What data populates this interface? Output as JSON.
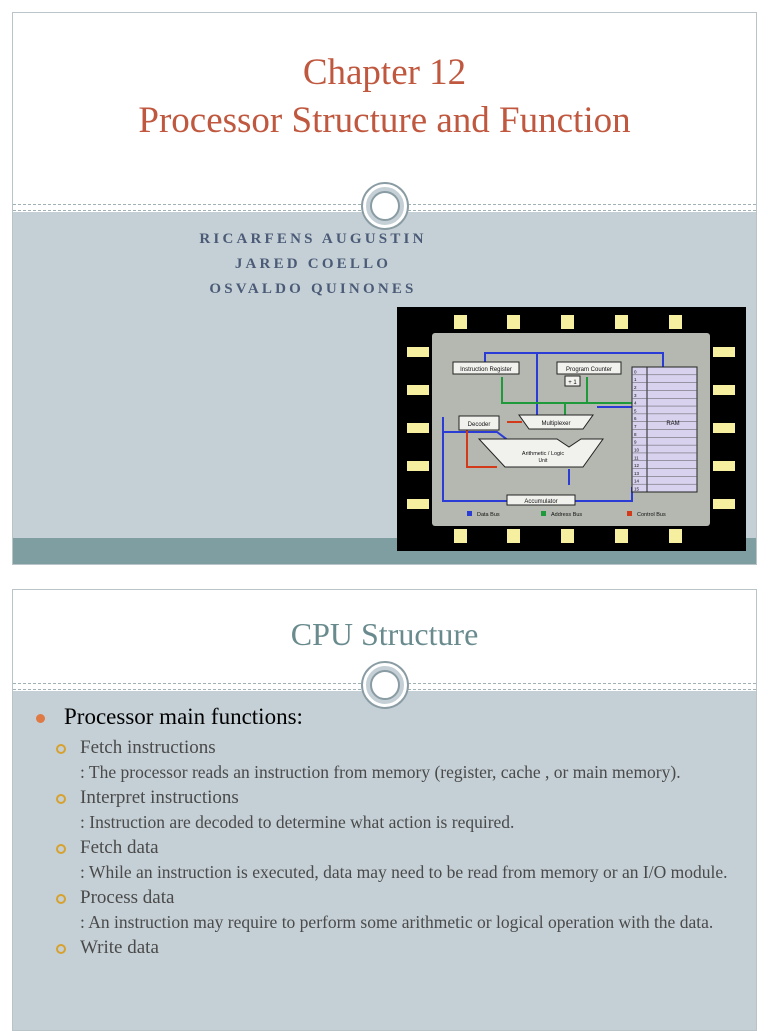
{
  "slide1": {
    "title_line1": "Chapter 12",
    "title_line2": "Processor  Structure and Function",
    "authors": [
      "RICARFENS AUGUSTIN",
      "JARED COELLO",
      "OSVALDO QUINONES"
    ],
    "diagram": {
      "instruction_register": "Instruction Register",
      "program_counter": "Program Counter",
      "plus_one": "+ 1",
      "decoder": "Decoder",
      "multiplexer": "Multiplexer",
      "alu_line1": "Arithmetic / Logic",
      "alu_line2": "Unit",
      "accumulator": "Accumulator",
      "ram": "RAM",
      "ram_addresses": [
        "0",
        "1",
        "2",
        "3",
        "4",
        "5",
        "6",
        "7",
        "8",
        "9",
        "10",
        "11",
        "12",
        "13",
        "14",
        "15"
      ],
      "legend": [
        {
          "label": "Data Bus",
          "color": "#2b3bd6"
        },
        {
          "label": "Address Bus",
          "color": "#1f9a3a"
        },
        {
          "label": "Control Bus",
          "color": "#d23a1a"
        }
      ]
    }
  },
  "slide2": {
    "title": "CPU Structure",
    "main_bullet": "Processor main functions:",
    "items": [
      {
        "head": "Fetch instructions",
        "desc": ": The processor reads an instruction from memory (register, cache , or main memory)."
      },
      {
        "head": "Interpret instructions",
        "desc": ": Instruction are  decoded to determine what action is required."
      },
      {
        "head": "Fetch data",
        "desc": ": While  an instruction is executed, data may need to be read from memory or an I/O module."
      },
      {
        "head": "Process data",
        "desc": ": An instruction may require to perform  some arithmetic or logical operation with the  data."
      },
      {
        "head": "Write data",
        "desc": ""
      }
    ]
  },
  "colors": {
    "title_orange": "#c0583f",
    "title_teal": "#6a8b8e",
    "body_background": "#c5d0d6",
    "bullet_orange": "#e07a45",
    "sub_bullet_gold": "#d6a12e"
  }
}
